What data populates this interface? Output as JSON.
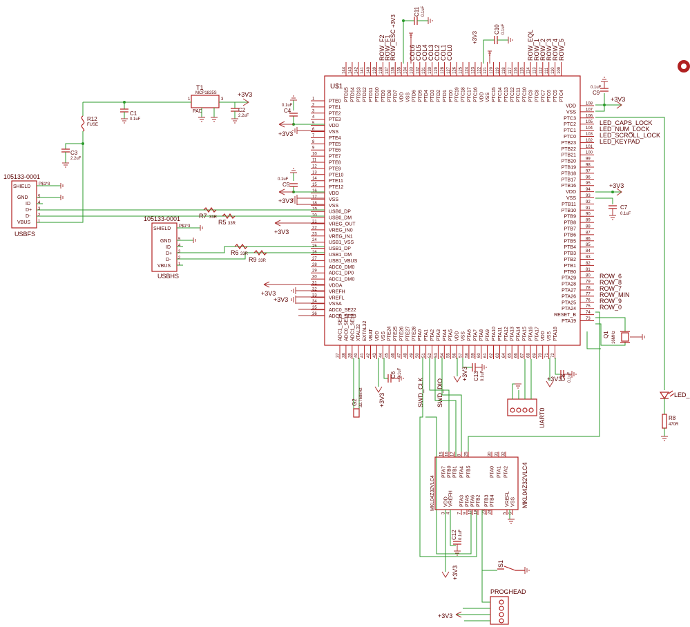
{
  "colors": {
    "symbol": "#b02020",
    "wire": "#2a9a2a",
    "text": "#5a0000",
    "junction": "#2a9a2a"
  },
  "mcu": {
    "name": "U$1",
    "left_pins": [
      {
        "num": "1",
        "name": "PTE0"
      },
      {
        "num": "2",
        "name": "PTE1"
      },
      {
        "num": "3",
        "name": "PTE2"
      },
      {
        "num": "4",
        "name": "PTE3"
      },
      {
        "num": "5",
        "name": "VDD"
      },
      {
        "num": "6",
        "name": "VSS"
      },
      {
        "num": "7",
        "name": "PTE4"
      },
      {
        "num": "8",
        "name": "PTE5"
      },
      {
        "num": "9",
        "name": "PTE6"
      },
      {
        "num": "10",
        "name": "PTE7"
      },
      {
        "num": "11",
        "name": "PTE8"
      },
      {
        "num": "12",
        "name": "PTE9"
      },
      {
        "num": "13",
        "name": "PTE10"
      },
      {
        "num": "14",
        "name": "PTE11"
      },
      {
        "num": "15",
        "name": "PTE12"
      },
      {
        "num": "16",
        "name": "VDD"
      },
      {
        "num": "17",
        "name": "VSS"
      },
      {
        "num": "18",
        "name": "VSS"
      },
      {
        "num": "19",
        "name": "USB0_DP"
      },
      {
        "num": "20",
        "name": "USB0_DM"
      },
      {
        "num": "21",
        "name": "VREG_OUT"
      },
      {
        "num": "22",
        "name": "VREG_IN0"
      },
      {
        "num": "23",
        "name": "VREG_IN1"
      },
      {
        "num": "24",
        "name": "USB1_VSS"
      },
      {
        "num": "25",
        "name": "USB1_DP"
      },
      {
        "num": "26",
        "name": "USB1_DM"
      },
      {
        "num": "27",
        "name": "USB1_VBUS"
      },
      {
        "num": "28",
        "name": "ADC0_DM0"
      },
      {
        "num": "29",
        "name": "ADC1_DP0"
      },
      {
        "num": "30",
        "name": "ADC1_DM0"
      },
      {
        "num": "31",
        "name": "VDDA"
      },
      {
        "num": "32",
        "name": "VREFH"
      },
      {
        "num": "33",
        "name": "VREFL"
      },
      {
        "num": "34",
        "name": "VSSA"
      },
      {
        "num": "35",
        "name": "ADC0_SE22"
      },
      {
        "num": "36",
        "name": "ADC0_SE23"
      }
    ],
    "right_pins": [
      {
        "num": "108",
        "name": "VDD"
      },
      {
        "num": "107",
        "name": "VSS"
      },
      {
        "num": "106",
        "name": "PTC3"
      },
      {
        "num": "105",
        "name": "PTC2"
      },
      {
        "num": "104",
        "name": "PTC1"
      },
      {
        "num": "103",
        "name": "PTC0"
      },
      {
        "num": "102",
        "name": "PTB23"
      },
      {
        "num": "101",
        "name": "PTB22"
      },
      {
        "num": "100",
        "name": "PTB21"
      },
      {
        "num": "99",
        "name": "PTB20"
      },
      {
        "num": "98",
        "name": "PTB19"
      },
      {
        "num": "97",
        "name": "PTB18"
      },
      {
        "num": "96",
        "name": "PTB17"
      },
      {
        "num": "95",
        "name": "PTB16"
      },
      {
        "num": "94",
        "name": "VDD"
      },
      {
        "num": "93",
        "name": "VSS"
      },
      {
        "num": "92",
        "name": "PTB11"
      },
      {
        "num": "91",
        "name": "PTB10"
      },
      {
        "num": "90",
        "name": "PTB9"
      },
      {
        "num": "89",
        "name": "PTB8"
      },
      {
        "num": "88",
        "name": "PTB7"
      },
      {
        "num": "87",
        "name": "PTB6"
      },
      {
        "num": "86",
        "name": "PTB5"
      },
      {
        "num": "85",
        "name": "PTB4"
      },
      {
        "num": "84",
        "name": "PTB3"
      },
      {
        "num": "83",
        "name": "PTB2"
      },
      {
        "num": "82",
        "name": "PTB1"
      },
      {
        "num": "81",
        "name": "PTB0"
      },
      {
        "num": "80",
        "name": "PTA29"
      },
      {
        "num": "79",
        "name": "PTA28"
      },
      {
        "num": "78",
        "name": "PTA27"
      },
      {
        "num": "77",
        "name": "PTA26"
      },
      {
        "num": "76",
        "name": "PTA25"
      },
      {
        "num": "75",
        "name": "PTA24"
      },
      {
        "num": "74",
        "name": "RESET_B"
      },
      {
        "num": "73",
        "name": "PTA19"
      }
    ],
    "top_pins": [
      {
        "num": "144",
        "name": "PTD15"
      },
      {
        "num": "143",
        "name": "PTD14"
      },
      {
        "num": "142",
        "name": "PTD13"
      },
      {
        "num": "141",
        "name": "PTD12"
      },
      {
        "num": "140",
        "name": "PTD11"
      },
      {
        "num": "139",
        "name": "PTD10"
      },
      {
        "num": "138",
        "name": "PTD9"
      },
      {
        "num": "137",
        "name": "PTD8"
      },
      {
        "num": "136",
        "name": "PTD7"
      },
      {
        "num": "135",
        "name": "VDD"
      },
      {
        "num": "134",
        "name": "VSS"
      },
      {
        "num": "133",
        "name": "PTD6"
      },
      {
        "num": "132",
        "name": "PTD5"
      },
      {
        "num": "131",
        "name": "PTD4"
      },
      {
        "num": "130",
        "name": "PTD3"
      },
      {
        "num": "129",
        "name": "PTD2"
      },
      {
        "num": "128",
        "name": "PTD1"
      },
      {
        "num": "127",
        "name": "PTD0"
      },
      {
        "num": "126",
        "name": "PTC19"
      },
      {
        "num": "125",
        "name": "PTC18"
      },
      {
        "num": "124",
        "name": "PTC17"
      },
      {
        "num": "123",
        "name": "PTC16"
      },
      {
        "num": "122",
        "name": "VDD"
      },
      {
        "num": "121",
        "name": "VSS"
      },
      {
        "num": "120",
        "name": "PTC15"
      },
      {
        "num": "119",
        "name": "PTC14"
      },
      {
        "num": "118",
        "name": "PTC13"
      },
      {
        "num": "117",
        "name": "PTC12"
      },
      {
        "num": "116",
        "name": "PTC11"
      },
      {
        "num": "115",
        "name": "PTC10"
      },
      {
        "num": "114",
        "name": "PTC9"
      },
      {
        "num": "113",
        "name": "PTC8"
      },
      {
        "num": "112",
        "name": "PTC7"
      },
      {
        "num": "111",
        "name": "PTC6"
      },
      {
        "num": "110",
        "name": "PTC5"
      },
      {
        "num": "109",
        "name": "PTC4"
      }
    ],
    "bottom_pins": [
      {
        "num": "37",
        "name": "ADC1_SE16"
      },
      {
        "num": "38",
        "name": "ADC0_SE16"
      },
      {
        "num": "39",
        "name": "ADC1_SE18"
      },
      {
        "num": "40",
        "name": "XTAL32"
      },
      {
        "num": "41",
        "name": "EXTAL32"
      },
      {
        "num": "42",
        "name": "VBAT"
      },
      {
        "num": "43",
        "name": "VDD"
      },
      {
        "num": "44",
        "name": "VSS"
      },
      {
        "num": "45",
        "name": "PTE24"
      },
      {
        "num": "46",
        "name": "PTE25"
      },
      {
        "num": "47",
        "name": "PTE26"
      },
      {
        "num": "48",
        "name": "PTE27"
      },
      {
        "num": "49",
        "name": "PTE28"
      },
      {
        "num": "50",
        "name": "PTA0"
      },
      {
        "num": "51",
        "name": "PTA1"
      },
      {
        "num": "52",
        "name": "PTA2"
      },
      {
        "num": "53",
        "name": "PTA3"
      },
      {
        "num": "54",
        "name": "PTA4"
      },
      {
        "num": "55",
        "name": "PTA5"
      },
      {
        "num": "56",
        "name": "VDD"
      },
      {
        "num": "57",
        "name": "VSS"
      },
      {
        "num": "58",
        "name": "PTA6"
      },
      {
        "num": "59",
        "name": "PTA7"
      },
      {
        "num": "60",
        "name": "PTA8"
      },
      {
        "num": "61",
        "name": "PTA9"
      },
      {
        "num": "62",
        "name": "PTA10"
      },
      {
        "num": "63",
        "name": "PTA11"
      },
      {
        "num": "64",
        "name": "PTA12"
      },
      {
        "num": "65",
        "name": "PTA13"
      },
      {
        "num": "66",
        "name": "PTA14"
      },
      {
        "num": "67",
        "name": "PTA15"
      },
      {
        "num": "68",
        "name": "PTA16"
      },
      {
        "num": "69",
        "name": "PTA17"
      },
      {
        "num": "70",
        "name": "VDD"
      },
      {
        "num": "71",
        "name": "VSS"
      },
      {
        "num": "72",
        "name": "PTA18"
      }
    ]
  },
  "nets": {
    "top_labels": [
      "ROW_F2",
      "ROW_F1",
      "ROW_ESC",
      "COL6",
      "COL5",
      "COL4",
      "COL3",
      "COL2",
      "COL1",
      "COL0",
      "ROW_EQL",
      "ROW_1",
      "ROW_2",
      "ROW_3",
      "ROW_4",
      "ROW_5"
    ],
    "right_labels": [
      "LED_CAPS_LOCK",
      "LED_NUM_LOCK",
      "LED_SCROLL_LOCK",
      "LED_KEYPAD",
      "ROW_6",
      "ROW_8",
      "ROW_7",
      "ROW_MIN",
      "ROW_9",
      "ROW_0"
    ],
    "bottom_labels": [
      "SWD_CLK",
      "SWD_DIO"
    ]
  },
  "power": {
    "v33": "+3V3"
  },
  "components": {
    "c1": {
      "ref": "C1",
      "value": "0.1uF"
    },
    "c2": {
      "ref": "C2",
      "value": "2.2uF"
    },
    "c3": {
      "ref": "C3",
      "value": "2.2uF"
    },
    "c4": {
      "ref": "C4",
      "value": "0.1uF"
    },
    "c5": {
      "ref": "C5",
      "value": "0.1uF"
    },
    "c6": {
      "ref": "C6",
      "value": "0.1uF"
    },
    "c7": {
      "ref": "C7",
      "value": "0.1uF"
    },
    "c8": {
      "ref": "C8",
      "value": "0.1uF"
    },
    "c9": {
      "ref": "C9",
      "value": "0.1uF"
    },
    "c10": {
      "ref": "C10",
      "value": "0.1uF"
    },
    "c11": {
      "ref": "C11",
      "value": "0.1uF"
    },
    "c12": {
      "ref": "C12",
      "value": "0.1uF"
    },
    "c13": {
      "ref": "C13",
      "value": "0.1uF"
    },
    "r5": {
      "ref": "R5",
      "value": "33R"
    },
    "r6": {
      "ref": "R6",
      "value": "33R"
    },
    "r7": {
      "ref": "R7",
      "value": "33R"
    },
    "r8": {
      "ref": "R8",
      "value": "470R"
    },
    "r9": {
      "ref": "R9",
      "value": "33R"
    },
    "r12": {
      "ref": "R12",
      "value": "FUSE"
    },
    "t1": {
      "ref": "T1",
      "value": "MCP1825S",
      "pad": "PAD"
    },
    "g2": {
      "ref": "G2",
      "value": "32.768kHz"
    },
    "q1": {
      "ref": "Q1",
      "value": "16MHz"
    },
    "s1": {
      "ref": "S1"
    },
    "led": {
      "ref": "LED_"
    },
    "uart": {
      "ref": "UART0"
    },
    "proghead": {
      "ref": "PROGHEAD"
    },
    "usbfs": {
      "ref": "USBFS",
      "part": "105133-0001",
      "pins": [
        "SHIELD",
        "GND",
        "ID",
        "D+",
        "D-",
        "VBUS"
      ],
      "nums": [
        "",
        "5",
        "4",
        "3",
        "2",
        "1"
      ],
      "net": "P$1*3"
    },
    "usbhs": {
      "ref": "USBHS",
      "part": "105133-0001",
      "pins": [
        "SHIELD",
        "GND",
        "ID",
        "D+",
        "D-",
        "VBUS"
      ],
      "nums": [
        "",
        "5",
        "4",
        "3",
        "2",
        "1"
      ],
      "net": "P$1*3"
    },
    "mkl": {
      "name": "MKL04Z32VLC4",
      "subname": "MKL04Z32VLC4",
      "top_pins": [
        {
          "num": "15",
          "name": "PTA7"
        },
        {
          "num": "16",
          "name": "PTB0"
        },
        {
          "num": "17",
          "name": "PTB1"
        },
        {
          "num": "8",
          "name": "PTA4"
        },
        {
          "num": "25",
          "name": "PTB5"
        },
        {
          "num": "30",
          "name": "PTA0"
        },
        {
          "num": "31",
          "name": "PTA1"
        },
        {
          "num": "32",
          "name": "PTA2"
        }
      ],
      "bottom_pins": [
        {
          "num": "3",
          "name": "VDD"
        },
        {
          "num": "4",
          "name": "VREFH"
        },
        {
          "num": "7",
          "name": "PTA3"
        },
        {
          "num": "9",
          "name": "PTA5"
        },
        {
          "num": "10",
          "name": "PTA6"
        },
        {
          "num": "18",
          "name": "PTB2"
        },
        {
          "num": "23",
          "name": "PTB3"
        },
        {
          "num": "24",
          "name": "PTB4"
        },
        {
          "num": "5",
          "name": "VREFL"
        },
        {
          "num": "6",
          "name": "VSS"
        }
      ]
    }
  }
}
